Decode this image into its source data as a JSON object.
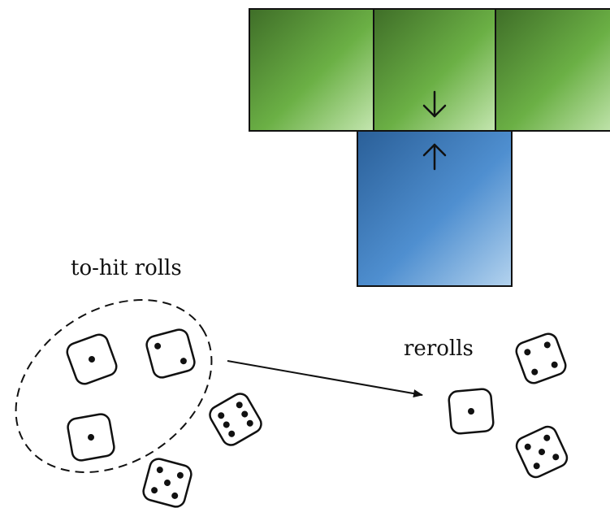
{
  "labels": {
    "to_hit": "to-hit rolls",
    "rerolls": "rerolls"
  },
  "colors": {
    "green_dark": "#3f7a2a",
    "green_light": "#a8d98c",
    "blue_dark": "#2c6aa8",
    "blue_light": "#9cc6ea",
    "stroke": "#111111"
  },
  "attacker_blocks": [
    "green-block-left",
    "green-block-middle",
    "green-block-right"
  ],
  "defender_blocks": [
    "blue-block"
  ],
  "to_hit_dice": [
    1,
    2,
    1
  ],
  "other_dice": [
    6,
    5
  ],
  "reroll_dice": [
    4,
    1,
    5
  ]
}
